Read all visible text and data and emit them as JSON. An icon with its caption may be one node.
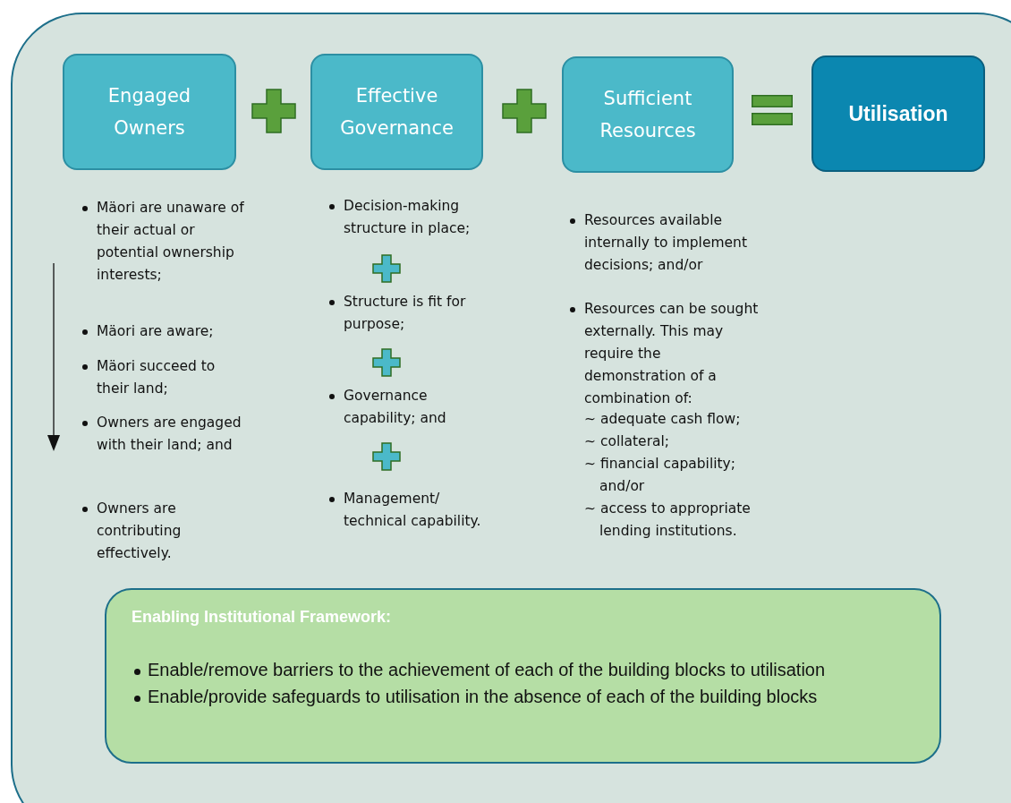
{
  "diagram": {
    "nodes": [
      {
        "text": [
          "Engaged Owners"
        ]
      },
      {
        "text": [
          "Effective Governance"
        ]
      },
      {
        "text": [
          "Sufficient Resources"
        ]
      },
      {
        "text": [
          "Utilisation"
        ]
      },
      {
        "text": [
          "Enabling Institutional Framework:",
          "Enable/remove barriers to the achievement of each of the building blocks to utilisation",
          "Enable/provide safeguards to utilisation in the absence of each of the building blocks"
        ]
      }
    ],
    "labels": [
      "Mäori are unaware of their actual or potential ownership interests;",
      "Mäori are aware;",
      "Mäori succeed to their land;",
      "Owners are engaged with their land; and",
      "Owners are contributing effectively.",
      "Decision-making structure in place;",
      "Structure is fit for purpose;",
      "Governance capability; and",
      "Management/ technical capability.",
      "Resources available internally to implement decisions; and/or",
      "Resources can be sought externally. This may require the demonstration of a combination of:",
      "~ adequate cash flow;",
      "~ collateral;",
      "~ financial capability; and/or",
      "~ access to appropriate lending institutions."
    ]
  }
}
